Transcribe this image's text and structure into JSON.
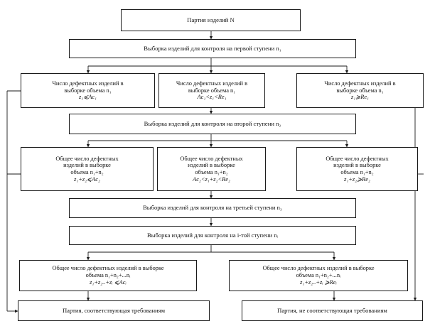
{
  "diagram": {
    "top": {
      "text": "Партия изделий N"
    },
    "stage1": {
      "text": "Выборка изделий для контроля на первой ступени n₁"
    },
    "c1_left": {
      "l1": "Число дефектных изделий в",
      "l2": "выборке объема n₁",
      "l3": "z₁⩽Ac₁"
    },
    "c1_mid": {
      "l1": "Число дефектных изделий в",
      "l2": "выборке объема n₁",
      "l3": "Ac₁<z₁<Re₁"
    },
    "c1_right": {
      "l1": "Число дефектных изделий в",
      "l2": "выборке объема n₁",
      "l3": "z₁⩾Re₁"
    },
    "stage2": {
      "text": "Выборка изделий для контроля на второй ступени n₂"
    },
    "c2_left": {
      "l1": "Общее число дефектных",
      "l2": "изделий в выборке",
      "l3": "объема n₁+n₂",
      "l4": "z₁+z₂⩽Ac₂"
    },
    "c2_mid": {
      "l1": "Общее число дефектных",
      "l2": "изделий в выборке",
      "l3": "объема n₁+n₂",
      "l4": "Ac₂<z₁+z₂<Re₂"
    },
    "c2_right": {
      "l1": "Общее число дефектных",
      "l2": "изделий в выборке",
      "l3": "объема n₁+n₂",
      "l4": "z₁+z₂⩾Re₂"
    },
    "stage3": {
      "text": "Выборка изделий для контроля на третьей ступени n₃"
    },
    "stagei": {
      "text": "Выборка изделий для контроля на i-той ступени nᵢ"
    },
    "ci_left": {
      "l1": "Общее число дефектных изделий в выборке",
      "l2": "объема n₁+n₂+...nᵢ",
      "l3": "z₁+z₂..+zᵢ ⩽Acᵢ"
    },
    "ci_right": {
      "l1": "Общее число дефектных изделий в выборке",
      "l2": "объема n₁+n₂+...nᵢ",
      "l3": "z₁+z₂..+zᵢ ⩾Reᵢ"
    },
    "accept": {
      "text": "Партия, соответствующая требованиям"
    },
    "reject": {
      "text": "Партия, не соответствующая требованиям"
    }
  },
  "colors": {
    "line": "#1a1a1a",
    "background": "#ffffff"
  }
}
